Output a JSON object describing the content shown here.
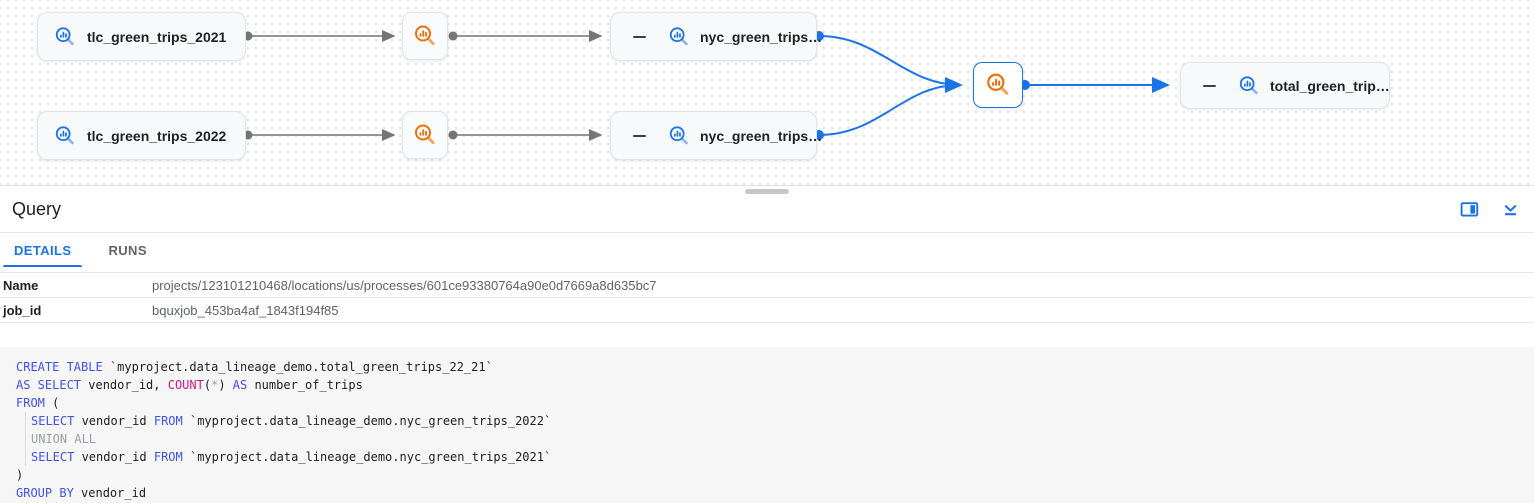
{
  "colors": {
    "accent_blue": "#1a73e8",
    "table_icon_blue": "#1a73e8",
    "process_icon_orange": "#e8710a",
    "edge_gray": "#757575",
    "sql_keyword_blue": "#4053e5",
    "sql_function_magenta": "#d01884",
    "sql_muted_gray": "#9aa0a6"
  },
  "graph": {
    "nodes": {
      "tlc2021": "tlc_green_trips_2021",
      "tlc2022": "tlc_green_trips_2022",
      "nyc1": "nyc_green_trips…",
      "nyc2": "nyc_green_trips…",
      "total": "total_green_trip…"
    },
    "edges": [
      "tlc_green_trips_2021 → query-process-1",
      "query-process-1 → nyc_green_trips…",
      "tlc_green_trips_2022 → query-process-2",
      "query-process-2 → nyc_green_trips…",
      "nyc_green_trips…(top) → selected-query-process",
      "nyc_green_trips…(bottom) → selected-query-process",
      "selected-query-process → total_green_trip…"
    ]
  },
  "panel": {
    "title": "Query",
    "tabs": [
      {
        "label": "DETAILS"
      },
      {
        "label": "RUNS"
      }
    ],
    "fields": [
      {
        "label": "Name",
        "value": "projects/123101210468/locations/us/processes/601ce93380764a90e0d7669a8d635bc7"
      },
      {
        "label": "job_id",
        "value": "bquxjob_453ba4af_1843f194f85"
      }
    ],
    "icons": [
      "split-panel-icon",
      "collapse-panel-icon"
    ]
  },
  "sql": {
    "lines": [
      {
        "indent": 0,
        "tokens": [
          {
            "r": "k",
            "t": "CREATE TABLE"
          },
          {
            "r": "d",
            "t": " `myproject.data_lineage_demo.total_green_trips_22_21`"
          }
        ]
      },
      {
        "indent": 0,
        "tokens": [
          {
            "r": "k",
            "t": "AS SELECT"
          },
          {
            "r": "d",
            "t": " vendor_id, "
          },
          {
            "r": "f",
            "t": "COUNT"
          },
          {
            "r": "d",
            "t": "("
          },
          {
            "r": "g",
            "t": "*"
          },
          {
            "r": "d",
            "t": ") "
          },
          {
            "r": "k",
            "t": "AS"
          },
          {
            "r": "d",
            "t": " number_of_trips"
          }
        ]
      },
      {
        "indent": 0,
        "tokens": [
          {
            "r": "k",
            "t": "FROM"
          },
          {
            "r": "d",
            "t": " ("
          }
        ]
      },
      {
        "indent": 1,
        "tokens": [
          {
            "r": "k",
            "t": "SELECT"
          },
          {
            "r": "d",
            "t": " vendor_id "
          },
          {
            "r": "k",
            "t": "FROM"
          },
          {
            "r": "d",
            "t": " `myproject.data_lineage_demo.nyc_green_trips_2022`"
          }
        ]
      },
      {
        "indent": 1,
        "tokens": [
          {
            "r": "g",
            "t": "UNION ALL"
          }
        ]
      },
      {
        "indent": 1,
        "tokens": [
          {
            "r": "k",
            "t": "SELECT"
          },
          {
            "r": "d",
            "t": " vendor_id "
          },
          {
            "r": "k",
            "t": "FROM"
          },
          {
            "r": "d",
            "t": " `myproject.data_lineage_demo.nyc_green_trips_2021`"
          }
        ]
      },
      {
        "indent": 0,
        "tokens": [
          {
            "r": "d",
            "t": ")"
          }
        ]
      },
      {
        "indent": 0,
        "tokens": [
          {
            "r": "k",
            "t": "GROUP BY"
          },
          {
            "r": "d",
            "t": " vendor_id"
          }
        ]
      }
    ]
  }
}
